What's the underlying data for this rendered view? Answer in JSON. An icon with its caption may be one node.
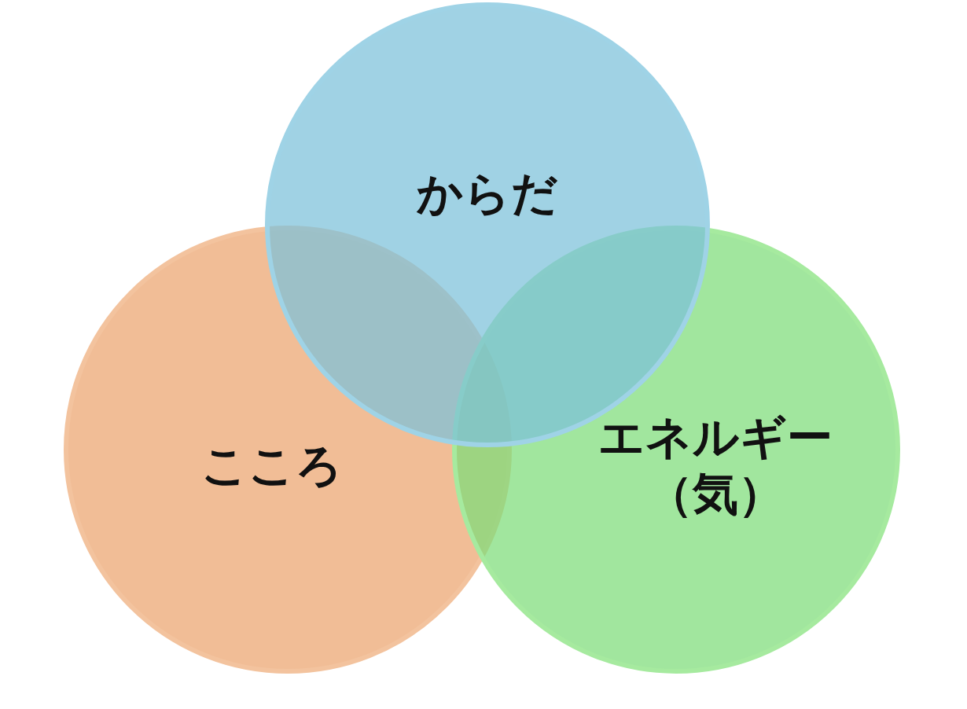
{
  "diagram": {
    "nodes": [
      {
        "text": [
          "からだ"
        ]
      },
      {
        "text": [
          "こころ"
        ]
      },
      {
        "text": [
          "エネルギー（気）"
        ]
      }
    ]
  }
}
